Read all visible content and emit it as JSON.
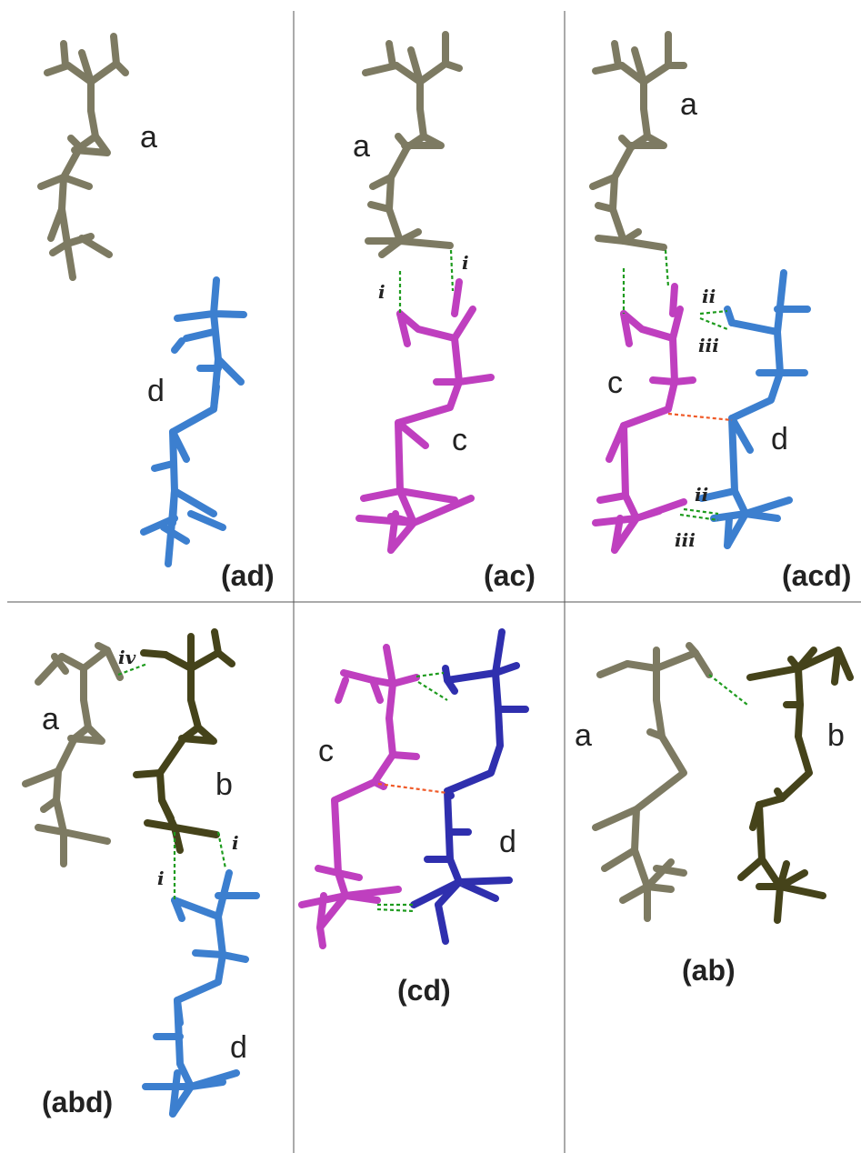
{
  "colors": {
    "a": "#7d7a62",
    "b": "#45431a",
    "c": "#bf3fbf",
    "d": "#3c7fcf",
    "d_dark": "#2f2fae",
    "hbond": "#1e9b1e",
    "other_bond": "#f05a28"
  },
  "panels": [
    {
      "id": "ad",
      "title": "(ad)",
      "strands": [
        "a",
        "d"
      ]
    },
    {
      "id": "ac",
      "title": "(ac)",
      "strands": [
        "a",
        "c"
      ],
      "bond_labels": [
        "i",
        "i"
      ]
    },
    {
      "id": "acd",
      "title": "(acd)",
      "strands": [
        "a",
        "c",
        "d"
      ],
      "bond_labels": [
        "ii",
        "iii",
        "ii",
        "iii"
      ]
    },
    {
      "id": "abd",
      "title": "(abd)",
      "strands": [
        "a",
        "b",
        "d"
      ],
      "bond_labels": [
        "iv",
        "i",
        "i"
      ]
    },
    {
      "id": "cd",
      "title": "(cd)",
      "strands": [
        "c",
        "d"
      ]
    },
    {
      "id": "ab",
      "title": "(ab)",
      "strands": [
        "a",
        "b"
      ]
    }
  ]
}
